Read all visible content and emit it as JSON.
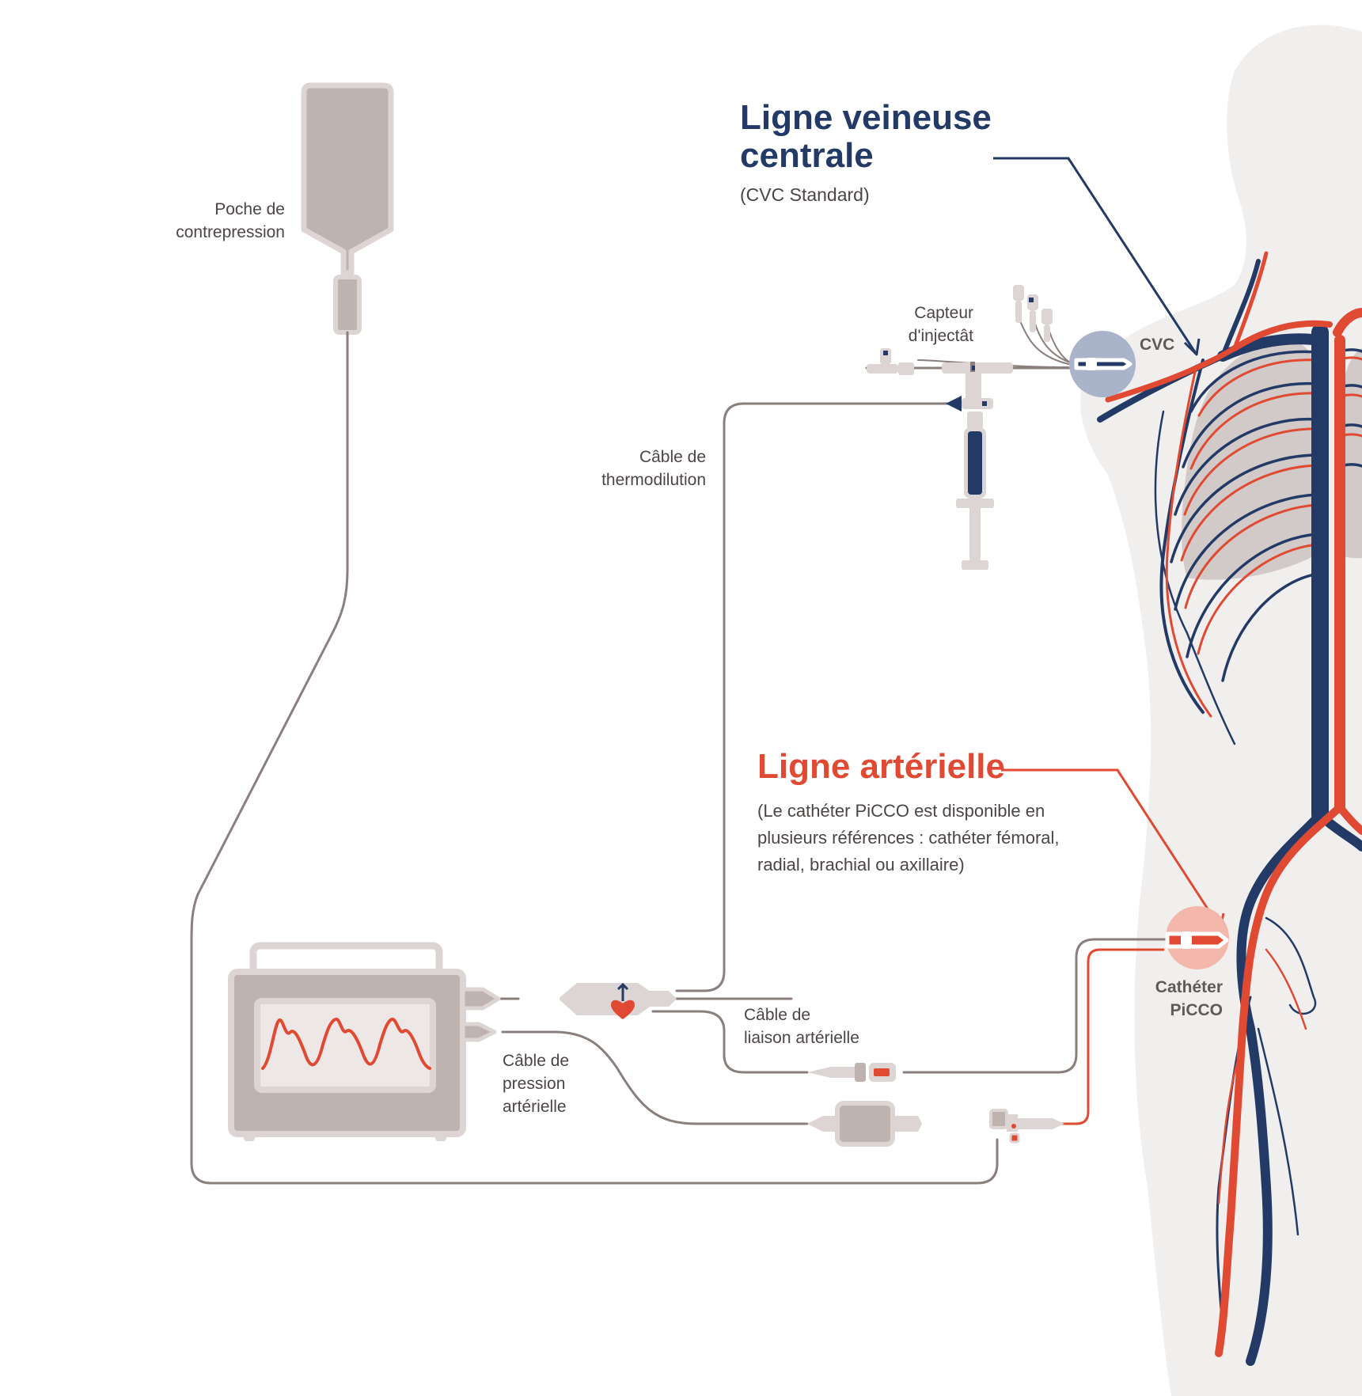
{
  "labels": {
    "venous_title": "Ligne veineuse\ncentrale",
    "venous_subtitle": "(CVC Standard)",
    "arterial_title": "Ligne artérielle",
    "arterial_subtitle": "(Le cathéter PiCCO est disponible en\nplusieurs références : cathéter fémoral,\nradial, brachial ou axillaire)",
    "bag": "Poche de\ncontrepression",
    "injectate_sensor": "Capteur\nd'injectât",
    "cvc": "CVC",
    "thermodilution_cable": "Câble de\nthermodilution",
    "arterial_link_cable": "Câble de\nliaison artérielle",
    "arterial_pressure_cable": "Câble de\npression\nartérielle",
    "picco_catheter": "Cathéter\nPiCCO"
  },
  "colors": {
    "venous": "#233a66",
    "arterial": "#e04a33",
    "device": "#bfb3b0",
    "device_light": "#ddd5d3",
    "body": "#f1efee",
    "cable": "#8a7f7c"
  }
}
